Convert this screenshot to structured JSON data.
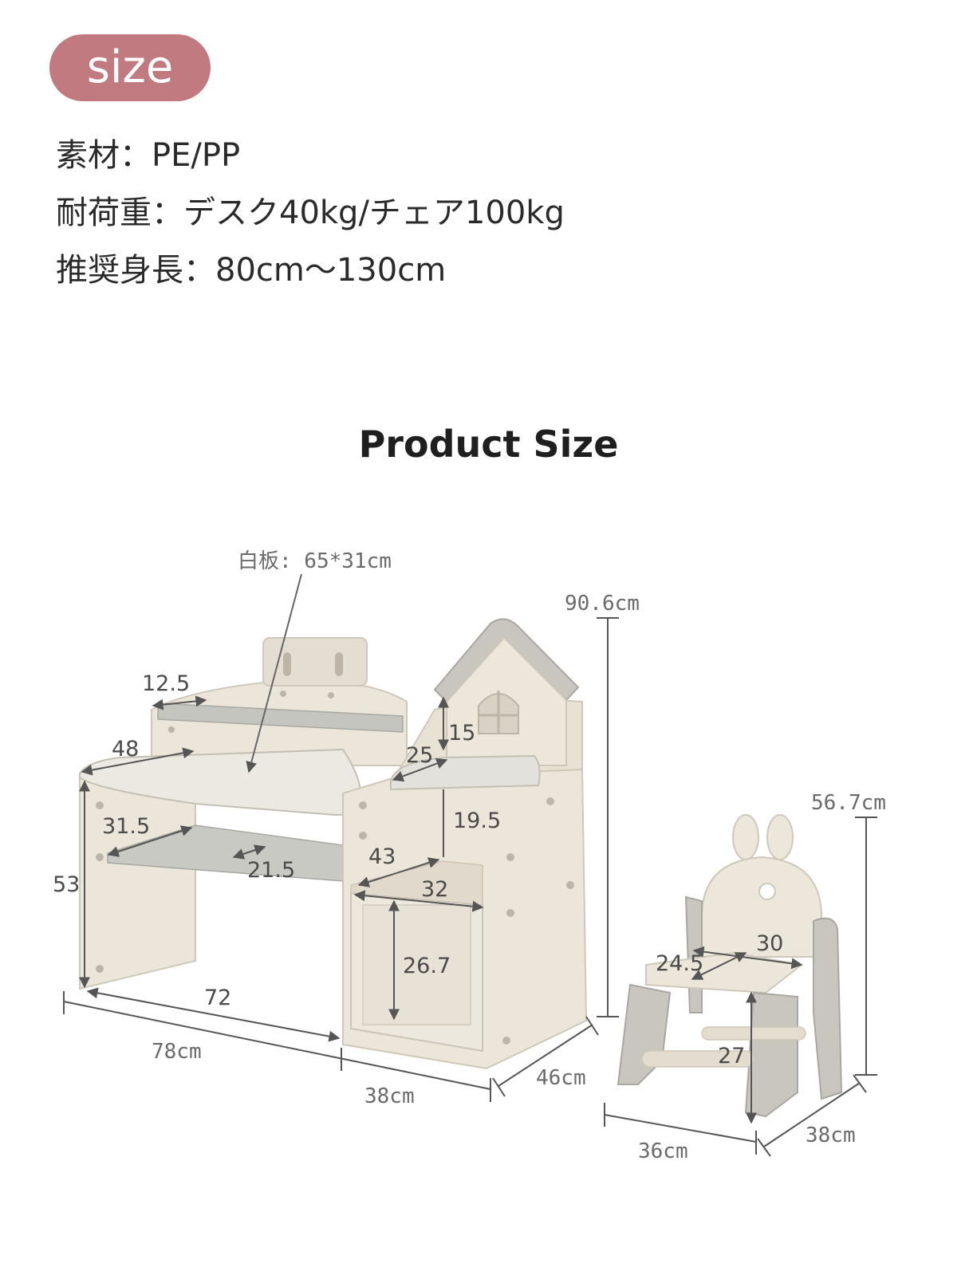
{
  "badge": {
    "label": "size"
  },
  "specs": [
    {
      "key": "素材",
      "sep": "：",
      "value": "PE/PP"
    },
    {
      "key": "耐荷重",
      "sep": "：",
      "value": "デスク40kg/チェア100kg"
    },
    {
      "key": "推奨身長",
      "sep": "：",
      "value": "80cm～130cm"
    }
  ],
  "diagram": {
    "title": "Product Size",
    "whiteboard_label": "白板: 65*31cm",
    "desk": {
      "height_total": "90.6cm",
      "width_total": "78cm",
      "width_cabinet": "38cm",
      "depth": "46cm",
      "top_width": "72",
      "shelf_depth_top": "12.5",
      "desk_depth": "48",
      "lower_shelf_depth": "31.5",
      "lower_shelf_gap": "21.5",
      "leg_height": "53",
      "cabinet_inner_height": "43",
      "side_shelf_depth": "25",
      "side_shelf_top": "15",
      "side_shelf_height": "19.5",
      "drawer_width": "32",
      "drawer_height": "26.7"
    },
    "chair": {
      "height_total": "56.7cm",
      "width": "36cm",
      "depth": "38cm",
      "seat_depth": "24.5",
      "seat_width": "30",
      "seat_height": "27"
    }
  },
  "colors": {
    "badge": "#c07a80",
    "furniture_body": "#e9e3d7",
    "furniture_gray": "#b9b9b4",
    "dimension_line": "#555555"
  }
}
